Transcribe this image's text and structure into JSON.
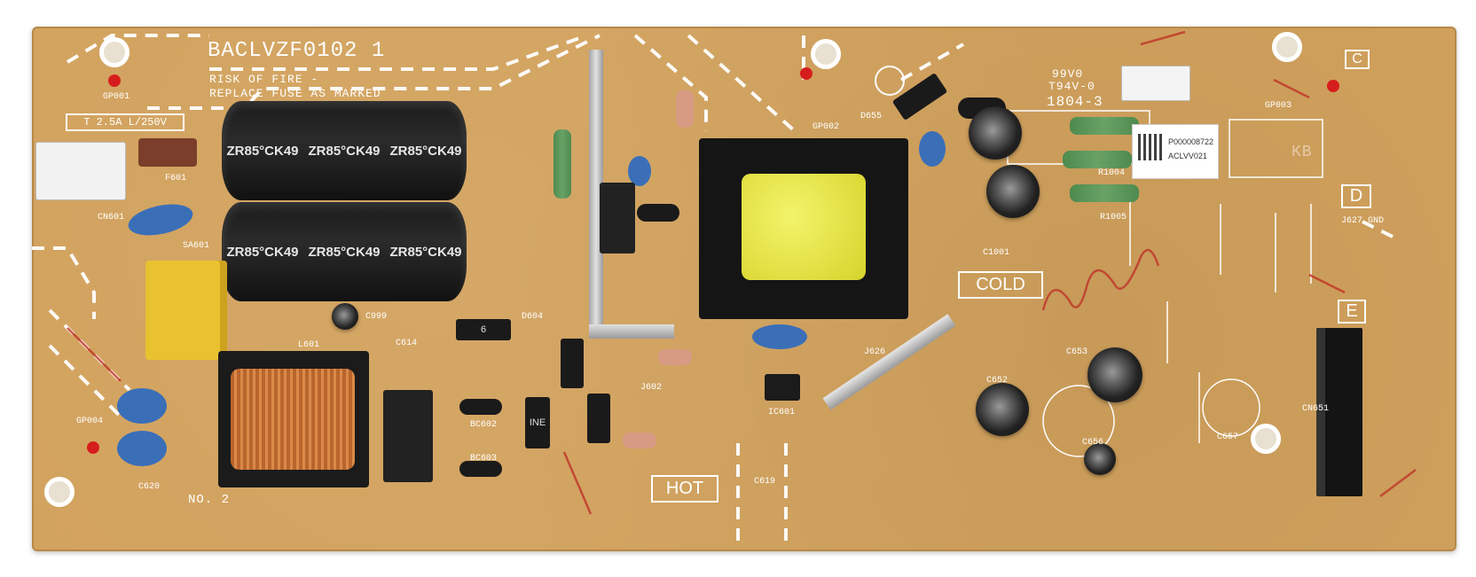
{
  "board": {
    "model": "BACLVZF0102 1",
    "warning_line1": "RISK OF FIRE -",
    "warning_line2": "REPLACE FUSE AS MARKED",
    "fuse_rating": "T 2.5A L/250V",
    "cold_label": "COLD",
    "hot_label": "HOT",
    "no_label": "NO. 2",
    "ul_mark": "99V0",
    "rating_mark": "T94V-0",
    "date_code": "1804-3",
    "sticker_id": "P000008722",
    "sticker_code": "ACLVV021",
    "corner_letter_d": "D",
    "corner_letter_e": "E",
    "corner_letter_c": "C",
    "kb_mark": "KB",
    "capacitor_text": "ZR85°CK49",
    "diode_a": "6",
    "diode_b": "INE"
  },
  "refs": {
    "gp001": "GP001",
    "gp002": "GP002",
    "gp003": "GP003",
    "gp004": "GP004",
    "f601": "F601",
    "cn601": "CN601",
    "sa601": "SA601",
    "l601": "L601",
    "c614": "C614",
    "c620": "C620",
    "bc602": "BC602",
    "bc603": "BC603",
    "c999": "C999",
    "d604": "D604",
    "d655": "D655",
    "c1001": "C1001",
    "c653": "C653",
    "c652": "C652",
    "c656": "C656",
    "c657": "C657",
    "cn651": "CN651",
    "ic601": "IC601",
    "c619": "C619",
    "r1004": "R1004",
    "r1005": "R1005",
    "j626": "J626",
    "j602": "J602",
    "j627": "J627 GND"
  }
}
